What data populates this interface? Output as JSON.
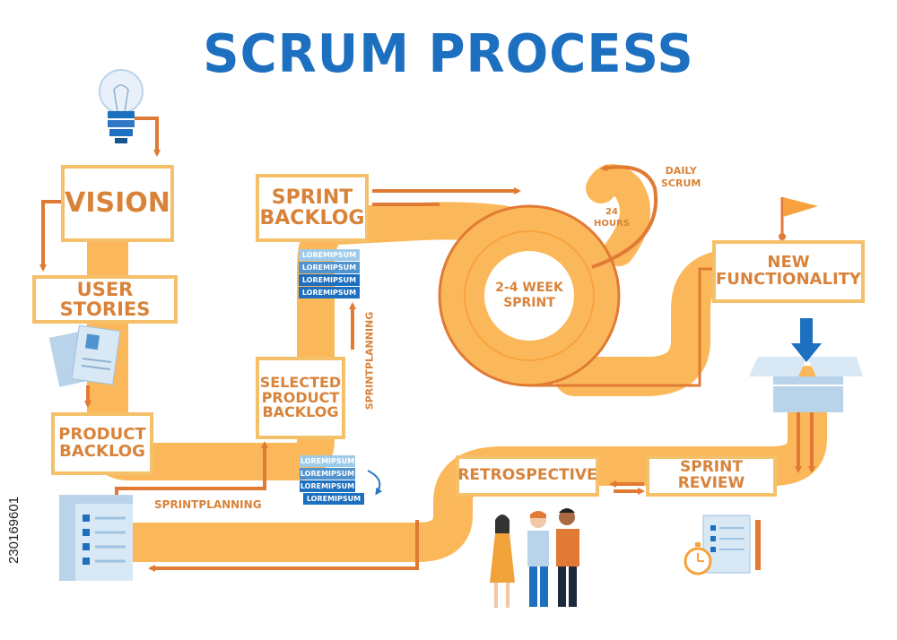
{
  "title": "SCRUM PROCESS",
  "boxes": {
    "vision": "VISION",
    "user_stories": "USER STORIES",
    "product_backlog_l1": "PRODUCT",
    "product_backlog_l2": "BACKLOG",
    "sprint_backlog_l1": "SPRINT",
    "sprint_backlog_l2": "BACKLOG",
    "selected_l1": "SELECTED",
    "selected_l2": "PRODUCT",
    "selected_l3": "BACKLOG",
    "new_func_l1": "NEW",
    "new_func_l2": "FUNCTIONALITY",
    "retrospective": "RETROSPECTIVE",
    "sprint_review": "SPRINT REVIEW"
  },
  "labels": {
    "daily_scrum_l1": "DAILY",
    "daily_scrum_l2": "SCRUM",
    "hours_l1": "24",
    "hours_l2": "HOURS",
    "sprint_l1": "2-4 WEEK",
    "sprint_l2": "SPRINT",
    "sprint_planning_bottom": "SPRINTPLANNING",
    "sprint_planning_vertical": "SPRINTPLANNING"
  },
  "stack_top": [
    "LOREMIPSUM",
    "LOREMIPSUM",
    "LOREMIPSUM",
    "LOREMIPSUM"
  ],
  "stack_bottom": [
    "LOREMIPSUM",
    "LOREMIPSUM",
    "LOREMIPSUM",
    "LOREMIPSUM"
  ],
  "watermark_id": "230169601",
  "colors": {
    "title_blue": "#1d6fc0",
    "path_orange": "#fbb85a",
    "border_orange": "#f4c06a",
    "arrow_orange": "#e07a34",
    "text_orange": "#d9833a"
  }
}
